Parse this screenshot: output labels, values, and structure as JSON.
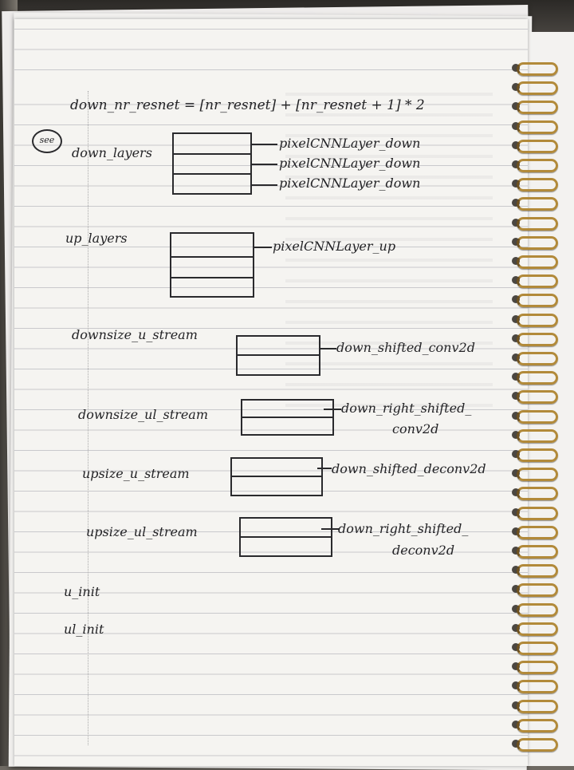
{
  "notes": {
    "formula": "down_nr_resnet = [nr_resnet] + [nr_resnet + 1] * 2",
    "mark": "see",
    "down_layers": {
      "label": "down_layers",
      "rows": [
        "pixelCNNLayer_down",
        "pixelCNNLayer_down",
        "pixelCNNLayer_down"
      ]
    },
    "up_layers": {
      "label": "up_layers",
      "rows": [
        "pixelCNNLayer_up"
      ]
    },
    "downsize_u_stream": {
      "label": "downsize_u_stream",
      "layer": "down_shifted_conv2d"
    },
    "downsize_ul_stream": {
      "label": "downsize_ul_stream",
      "layer_line1": "down_right_shifted_",
      "layer_line2": "conv2d"
    },
    "upsize_u_stream": {
      "label": "upsize_u_stream",
      "layer": "down_shifted_deconv2d"
    },
    "upsize_ul_stream": {
      "label": "upsize_ul_stream",
      "layer_line1": "down_right_shifted_",
      "layer_line2": "deconv2d"
    },
    "u_init": "u_init",
    "ul_init": "ul_init"
  },
  "colors": {
    "ink": "#232326",
    "paper": "#f5f4f1",
    "rule_line": "#c9c9cc",
    "spiral": "#b28a3a",
    "desk": "#2b2926"
  }
}
